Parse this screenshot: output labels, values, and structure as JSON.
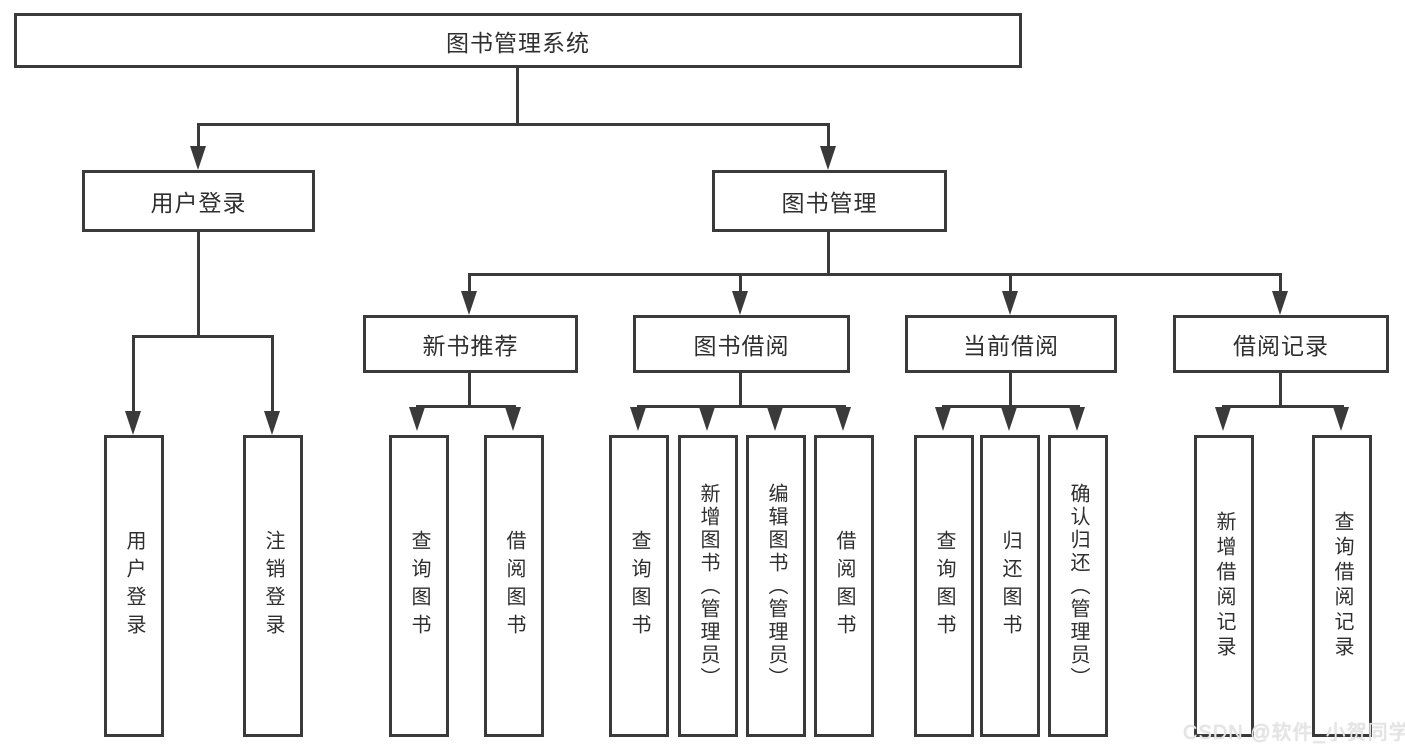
{
  "diagram": {
    "root": "图书管理系统",
    "modules": [
      "用户登录",
      "图书管理"
    ],
    "submodules": [
      "新书推荐",
      "图书借阅",
      "当前借阅",
      "借阅记录"
    ],
    "functions": {
      "user_login": [
        "用户登录",
        "注销登录"
      ],
      "new_book_recommend": [
        "查询图书",
        "借阅图书"
      ],
      "book_borrow": [
        "查询图书",
        "新增图书（管理员）",
        "编辑图书（管理员）",
        "借阅图书"
      ],
      "current_borrow": [
        "查询图书",
        "归还图书",
        "确认归还（管理员）"
      ],
      "borrow_records": [
        "新增借阅记录",
        "查询借阅记录"
      ]
    }
  },
  "watermark": "CSDN @软件_小贺同学",
  "colors": {
    "line": "#3a3a3a",
    "text": "#2f2f2f",
    "background": "#ffffff",
    "watermark": "#e6e6e6"
  }
}
